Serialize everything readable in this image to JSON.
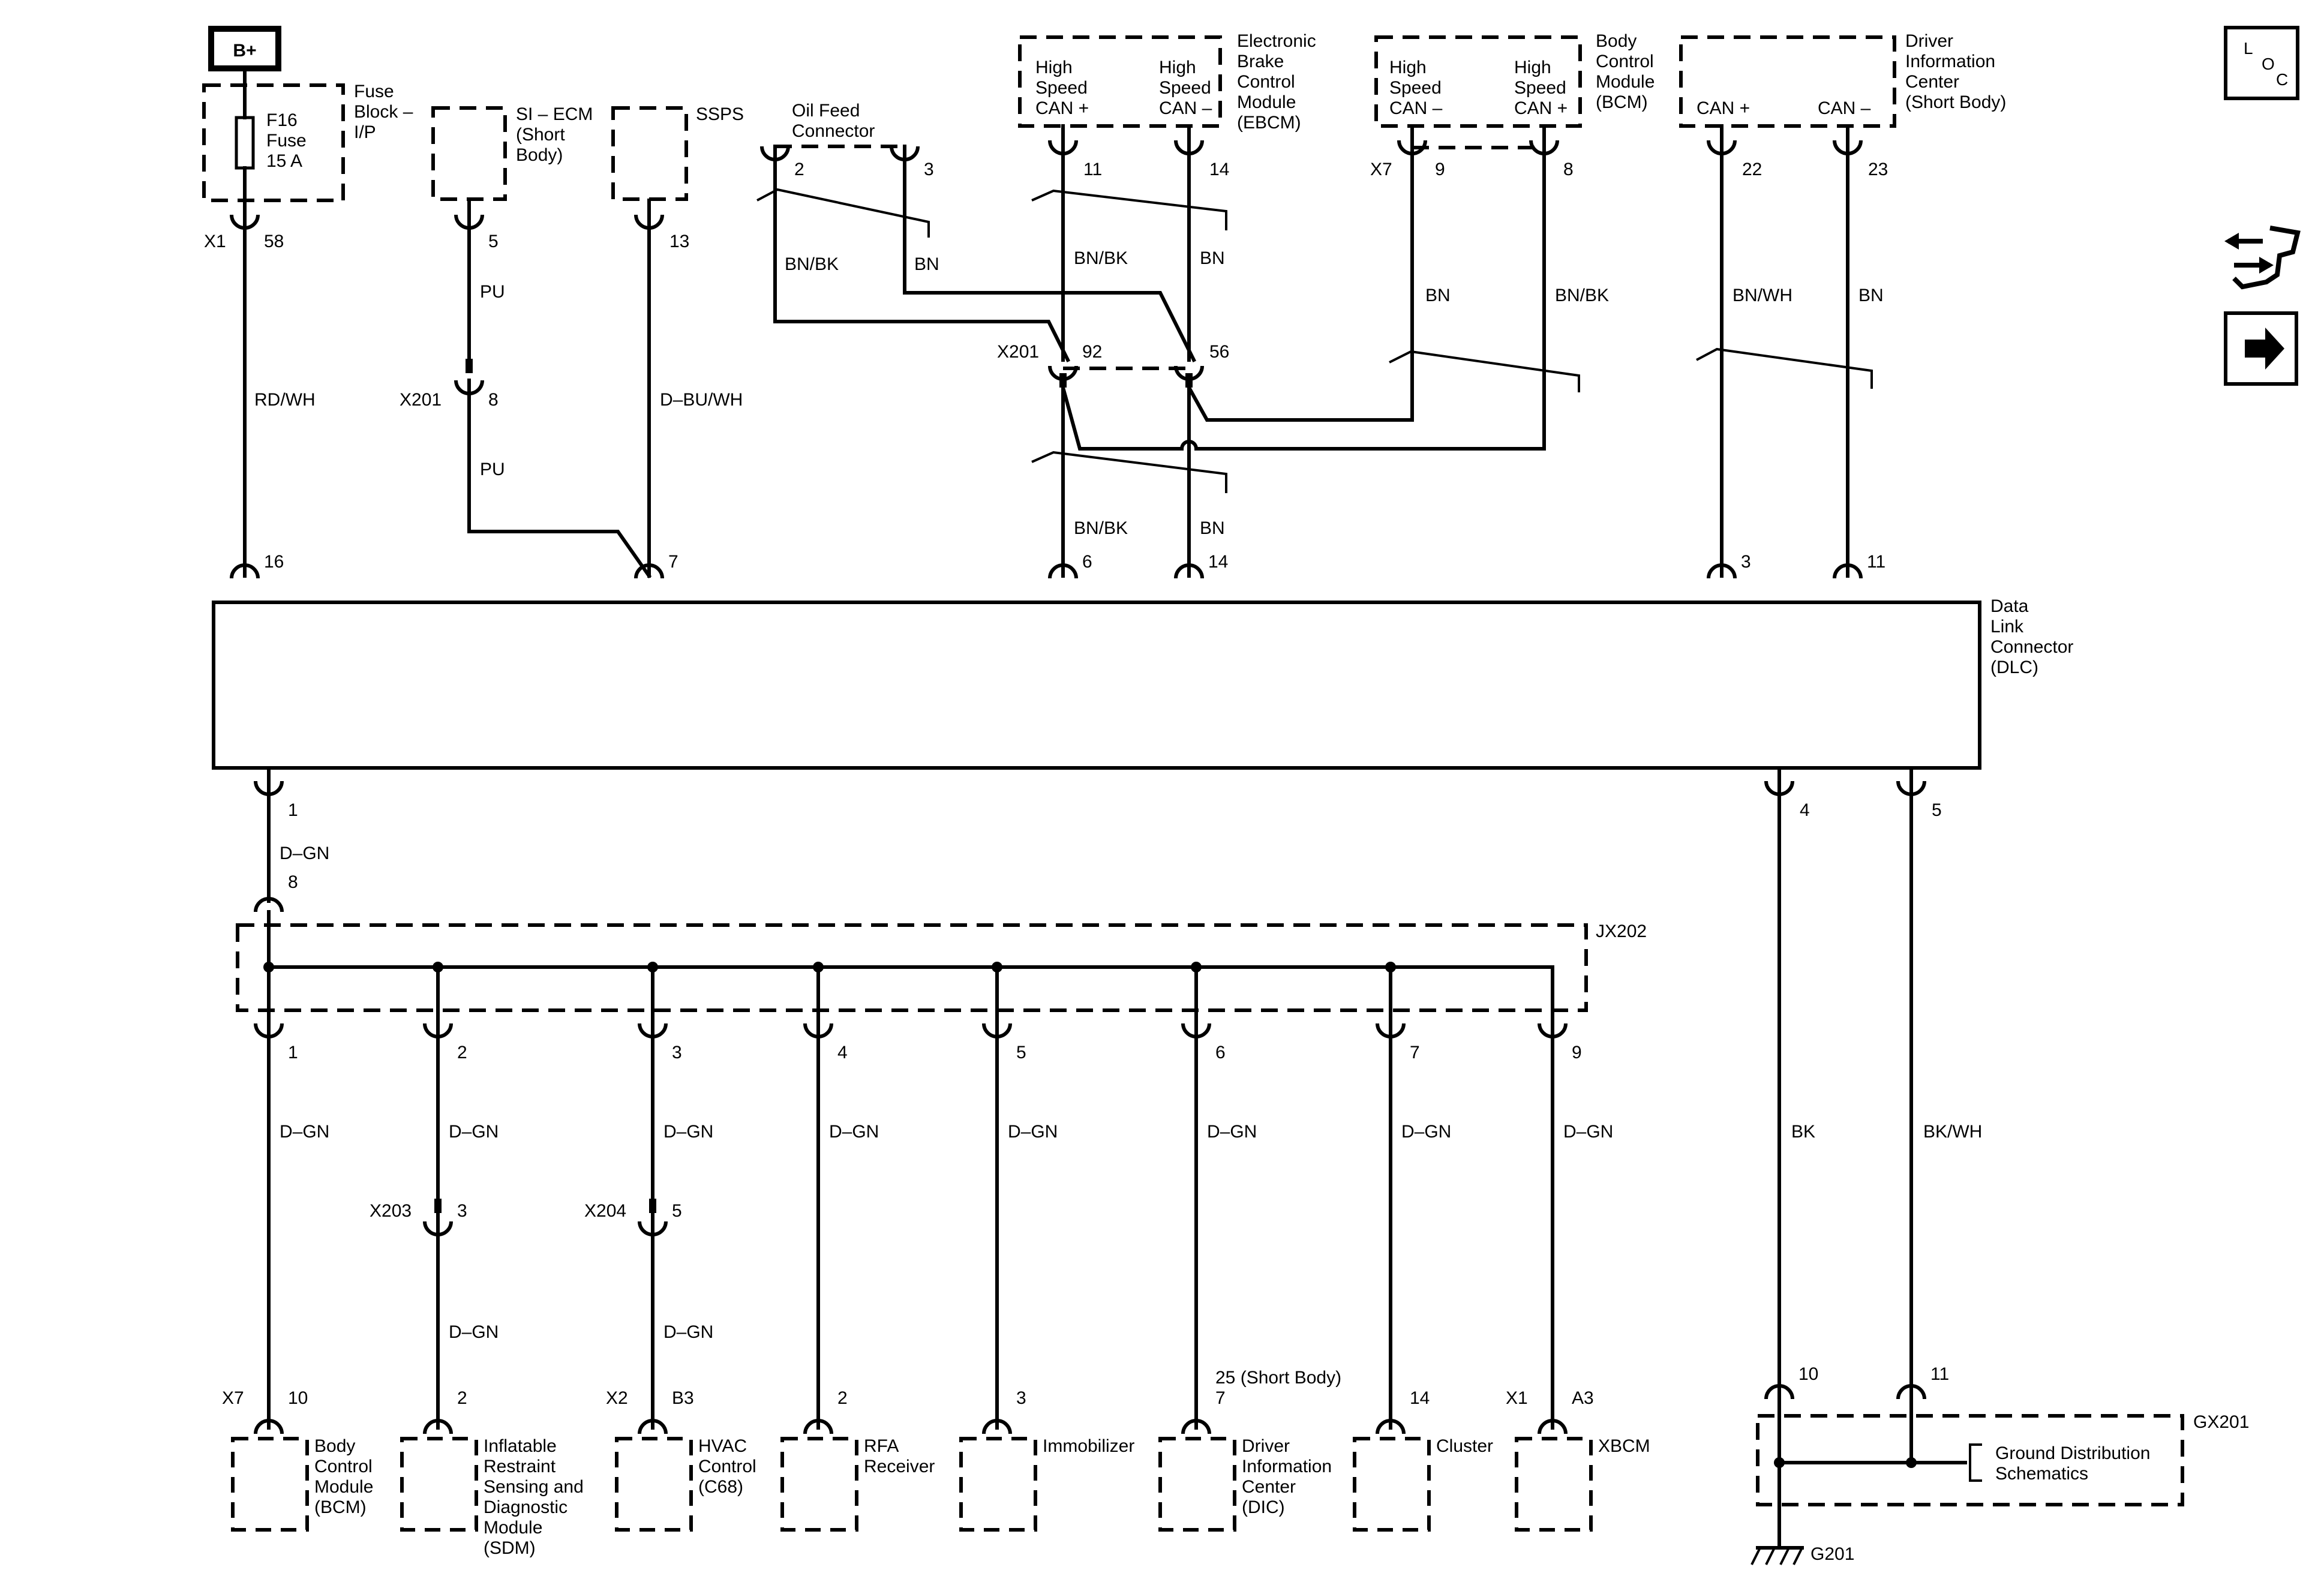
{
  "badge": "B+",
  "fuse_block": {
    "label": [
      "Fuse",
      "Block –",
      "I/P"
    ],
    "fuse": [
      "F16",
      "Fuse",
      "15 A"
    ],
    "connector": "X1",
    "pin": "58"
  },
  "si_ecm": {
    "label": [
      "SI – ECM",
      "(Short",
      "Body)"
    ],
    "pin": "5"
  },
  "ssps": {
    "label": "SSPS",
    "pin": "13"
  },
  "oil_feed": {
    "label": [
      "Oil Feed",
      "Connector"
    ],
    "pin_a": "2",
    "pin_b": "3"
  },
  "ebcm": {
    "label": [
      "Electronic",
      "Brake",
      "Control",
      "Module",
      "(EBCM)"
    ],
    "term_a": [
      "High",
      "Speed",
      "CAN +"
    ],
    "term_b": [
      "High",
      "Speed",
      "CAN –"
    ],
    "pin_a": "11",
    "pin_b": "14"
  },
  "bcm_top": {
    "label": [
      "Body",
      "Control",
      "Module",
      "(BCM)"
    ],
    "term_a": [
      "High",
      "Speed",
      "CAN –"
    ],
    "term_b": [
      "High",
      "Speed",
      "CAN +"
    ],
    "connector": "X7",
    "pin_a": "9",
    "pin_b": "8"
  },
  "dic_top": {
    "label": [
      "Driver",
      "Information",
      "Center",
      "(Short Body)"
    ],
    "term_a": "CAN +",
    "term_b": "CAN –",
    "pin_a": "22",
    "pin_b": "23"
  },
  "wires": {
    "rdwh": "RD/WH",
    "pu1": "PU",
    "pu2": "PU",
    "dbuwh": "D–BU/WH",
    "oil_bnbk": "BN/BK",
    "oil_bn": "BN",
    "ebcm_bnbk": "BN/BK",
    "ebcm_bn": "BN",
    "bcm_bn": "BN",
    "bcm_bnbk": "BN/BK",
    "dic_bnwh": "BN/WH",
    "dic_bn": "BN",
    "low_bnbk": "BN/BK",
    "low_bn": "BN",
    "dgn_main": "D–GN",
    "bk": "BK",
    "bkwh": "BK/WH"
  },
  "x201_si": {
    "connector": "X201",
    "pin": "8"
  },
  "x201_can": {
    "connector": "X201",
    "pin_a": "92",
    "pin_b": "56"
  },
  "dlc": {
    "label": [
      "Data",
      "Link",
      "Connector",
      "(DLC)"
    ],
    "top_pins": [
      "16",
      "7",
      "6",
      "14",
      "3",
      "11"
    ],
    "bottom_pins": [
      "1",
      "4",
      "5"
    ]
  },
  "jx202": {
    "label": "JX202",
    "in_pin": "8",
    "out_pins": [
      "1",
      "2",
      "3",
      "4",
      "5",
      "6",
      "7",
      "9"
    ],
    "wire": "D–GN"
  },
  "x203": {
    "connector": "X203",
    "pin": "3"
  },
  "x204": {
    "connector": "X204",
    "pin": "5"
  },
  "modules": [
    {
      "connector": "X7",
      "pin": "10",
      "label": [
        "Body",
        "Control",
        "Module",
        "(BCM)"
      ]
    },
    {
      "connector": "",
      "pin": "2",
      "label": [
        "Inflatable",
        "Restraint",
        "Sensing and",
        "Diagnostic",
        "Module",
        "(SDM)"
      ]
    },
    {
      "connector": "X2",
      "pin": "B3",
      "label": [
        "HVAC",
        "Control",
        "(C68)"
      ]
    },
    {
      "connector": "",
      "pin": "2",
      "label": [
        "RFA",
        "Receiver"
      ]
    },
    {
      "connector": "",
      "pin": "3",
      "label": [
        "Immobilizer"
      ]
    },
    {
      "connector": "",
      "pin": "7",
      "pin_note": "25 (Short Body)",
      "label": [
        "Driver",
        "Information",
        "Center",
        "(DIC)"
      ]
    },
    {
      "connector": "",
      "pin": "14",
      "label": [
        "Cluster"
      ]
    },
    {
      "connector": "X1",
      "pin": "A3",
      "label": [
        "XBCM"
      ]
    }
  ],
  "gx201": {
    "label": "GX201",
    "pin_a": "10",
    "pin_b": "11",
    "ref": [
      "Ground Distribution",
      "Schematics"
    ],
    "ground": "G201"
  },
  "side_icons": {
    "loc": [
      "L",
      "O",
      "C"
    ]
  }
}
